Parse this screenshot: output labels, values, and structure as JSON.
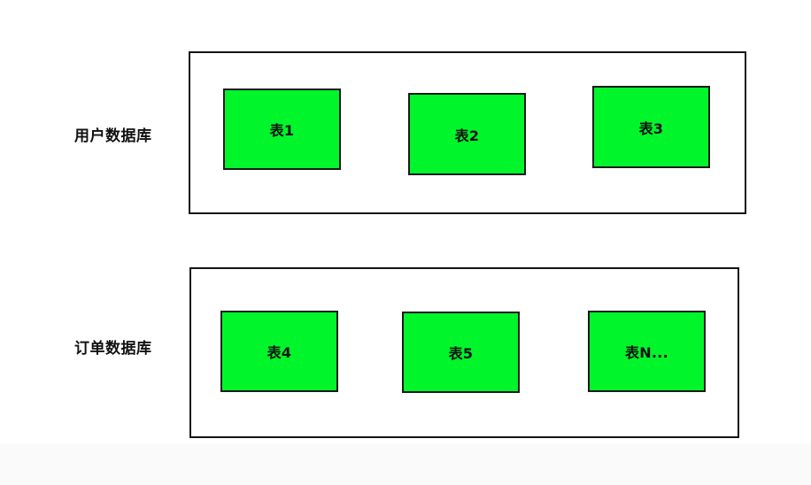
{
  "diagram": {
    "background_color": "#ffffff",
    "footer_band_color": "#fafafa",
    "box_fill_color": "#00f52a",
    "box_border_color": "#1a1a1a",
    "group_border_color": "#141414",
    "groups": [
      {
        "label": "用户数据库",
        "tables": [
          {
            "label": "表1"
          },
          {
            "label": "表2"
          },
          {
            "label": "表3"
          }
        ]
      },
      {
        "label": "订单数据库",
        "tables": [
          {
            "label": "表4"
          },
          {
            "label": "表5"
          },
          {
            "label": "表N..."
          }
        ]
      }
    ]
  }
}
